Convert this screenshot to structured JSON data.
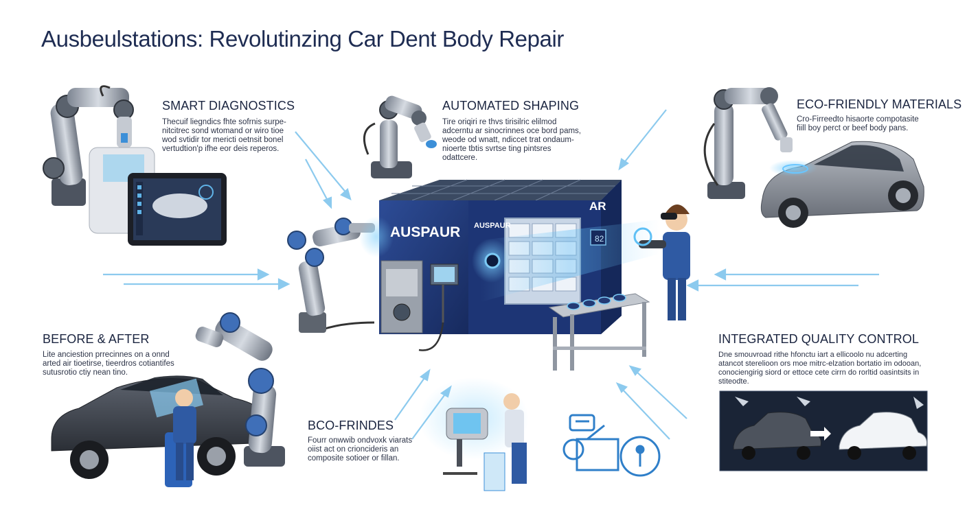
{
  "title": "Ausbeulstations: Revolutinzing Car Dent Body Repair",
  "sections": {
    "smart": {
      "heading": "SMART DIAGNOSTICS",
      "lines": [
        "Thecuif liegndics fhte sofrnis surpe-",
        "nitcitrec sond wtomand or wiro tioe",
        "wod svtidir tor mericti oetnsit bonel",
        "vertudtion'p ifhe eor deis reperos."
      ]
    },
    "shaping": {
      "heading": "AUTOMATED SHAPING",
      "lines": [
        "Tire oriqiri re thvs tirisilric elilmod",
        "adcerntu ar sinocrinnes oce bord pams,",
        "weode od wnatt, ndiccet trat ondaum-",
        "nioerte tbtis svrtse ting pintsres",
        "odattcere."
      ]
    },
    "eco_materials": {
      "heading": "ECO-FRIENDLY MATERIALS",
      "lines": [
        "Cro-Firreedto hisaorte compotasite",
        "fiill boy perct or beef body pans."
      ]
    },
    "before_after": {
      "heading": "BEFORE & AFTER",
      "lines": [
        "Lite anciestion prrecinnes on a onnd",
        "arted air tioetirse, tieerdros cotiantifes",
        "sutusrotio ctiy nean tino."
      ]
    },
    "eco_bottom": {
      "heading": "BCO-FRINDES",
      "lines": [
        "Fourr onwwib ondvoxk viarats",
        "oiist act on crioncideris an",
        "composite sotioer or fillan."
      ]
    },
    "quality": {
      "heading": "INTEGRATED QUALITY CONTROL",
      "lines": [
        "Dne smouvroad rithe hfonctu iart a ellicoolo nu adcerting",
        "atancot sterelioon ors moe mitrc-elzation bortatio im odooan,",
        "conociengirig siord or ettoce cete cirrn do rorltid oasintsits in",
        "stiteodte."
      ]
    }
  },
  "booth": {
    "front_sign": "AUSPAUR",
    "side_sign": "AUSPAUR",
    "ar_label": "AR",
    "qr_label": "82"
  },
  "colors": {
    "title": "#1e2c52",
    "booth_blue": "#1f3878",
    "accent_blue": "#3c8fd8",
    "arrow_blue": "#7cc1ea"
  }
}
